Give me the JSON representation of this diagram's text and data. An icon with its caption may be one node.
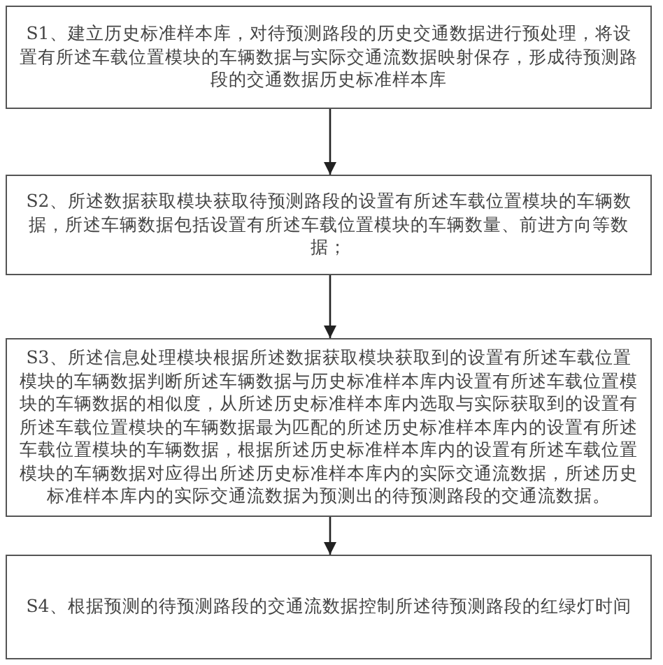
{
  "diagram": {
    "nodes": [
      {
        "text": [
          "S1、建立历史标准样本库，对待预测路段的历史交通数据进行预处理，将设置有所述车载位置模块的车辆数据与实际交通流数据映射保存，形成待预测路段的交通数据历史标准样本库"
        ]
      },
      {
        "text": [
          "S2、所述数据获取模块获取待预测路段的设置有所述车载位置模块的车辆数据，所述车辆数据包括设置有所述车载位置模块的车辆数量、前进方向等数据；"
        ]
      },
      {
        "text": [
          "S3、所述信息处理模块根据所述数据获取模块获取到的设置有所述车载位置模块的车辆数据判断所述车辆数据与历史标准样本库内设置有所述车载位置模块的车辆数据的相似度，从所述历史标准样本库内选取与实际获取到的设置有所述车载位置模块的车辆数据最为匹配的所述历史标准样本库内的设置有所述车载位置模块的车辆数据，根据所述历史标准样本库内的设置有所述车载位置模块的车辆数据对应得出所述历史标准样本库内的实际交通流数据，所述历史标准样本库内的实际交通流数据为预测出的待预测路段的交通流数据。"
        ]
      },
      {
        "text": [
          "S4、根据预测的待预测路段的交通流数据控制所述待预测路段的红绿灯时间"
        ]
      }
    ],
    "edges": [
      {
        "from": 0,
        "to": 1,
        "arrow": "to"
      },
      {
        "from": 1,
        "to": 2,
        "arrow": "to"
      },
      {
        "from": 2,
        "to": 3,
        "arrow": "to"
      }
    ]
  }
}
